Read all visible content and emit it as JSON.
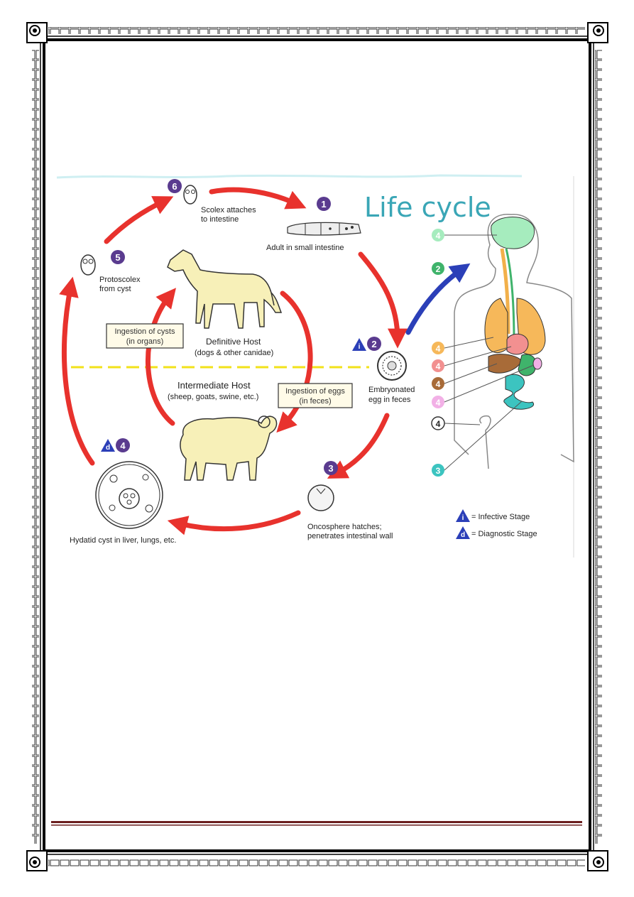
{
  "title": "Life cycle",
  "stages": {
    "s6": {
      "num": "6",
      "l1": "Scolex attaches",
      "l2": "to intestine"
    },
    "s1": {
      "num": "1",
      "l1": "Adult in small intestine"
    },
    "s5": {
      "num": "5",
      "l1": "Protoscolex",
      "l2": "from cyst"
    },
    "s2": {
      "num": "2",
      "l1": "Embryonated",
      "l2": "egg in feces"
    },
    "s3": {
      "num": "3",
      "l1": "Oncosphere hatches;",
      "l2": "penetrates intestinal wall"
    },
    "s4": {
      "num": "4",
      "l1": "Hydatid cyst in liver, lungs, etc."
    }
  },
  "definitive_host": {
    "l1": "Definitive Host",
    "l2": "(dogs & other canidae)"
  },
  "intermediate_host": {
    "l1": "Intermediate Host",
    "l2": "(sheep, goats, swine, etc.)"
  },
  "cysts_box": {
    "l1": "Ingestion of cysts",
    "l2": "(in organs)"
  },
  "eggs_box": {
    "l1": "Ingestion of eggs",
    "l2": "(in feces)"
  },
  "legend": {
    "infective": "= Infective Stage",
    "diagnostic": "= Diagnostic Stage",
    "i": "i",
    "d": "d"
  },
  "organ_markers": [
    "4",
    "2",
    "4",
    "4",
    "4",
    "4",
    "4",
    "3"
  ],
  "colors": {
    "arrow_red": "#e8322d",
    "arrow_blue": "#2b3fb8",
    "badge_purple": "#5a3b8f",
    "host_line": "#f2e21a",
    "animal_fill": "#f7f0b8",
    "footer_line": "#6b1f1f"
  }
}
